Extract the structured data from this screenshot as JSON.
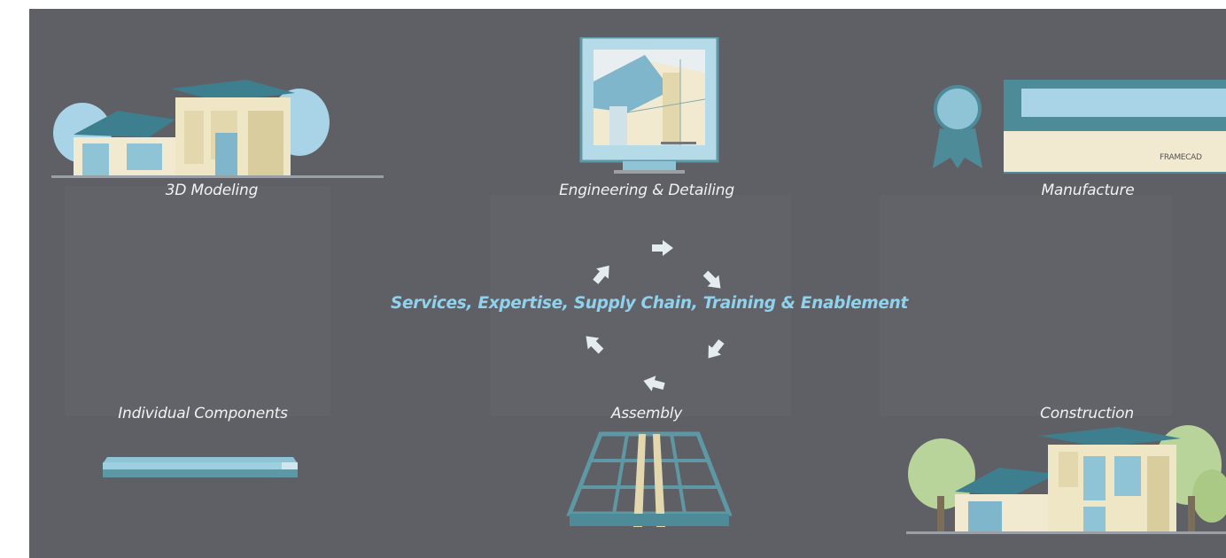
{
  "stages": {
    "modeling": "3D Modeling",
    "engineering": "Engineering & Detailing",
    "manufacture": "Manufacture",
    "components": "Individual Components",
    "assembly": "Assembly",
    "construction": "Construction"
  },
  "center_text": "Services, Expertise, Supply Chain, Training & Enablement",
  "brand_text": "FRAMECAD",
  "colors": {
    "background": "#5f6066",
    "accent_text": "#8fd2ee",
    "label_text": "#f2f2f2",
    "cream": "#f1ead1",
    "steel_blue": "#5d98a4",
    "light_blue": "#a9d3e6"
  }
}
